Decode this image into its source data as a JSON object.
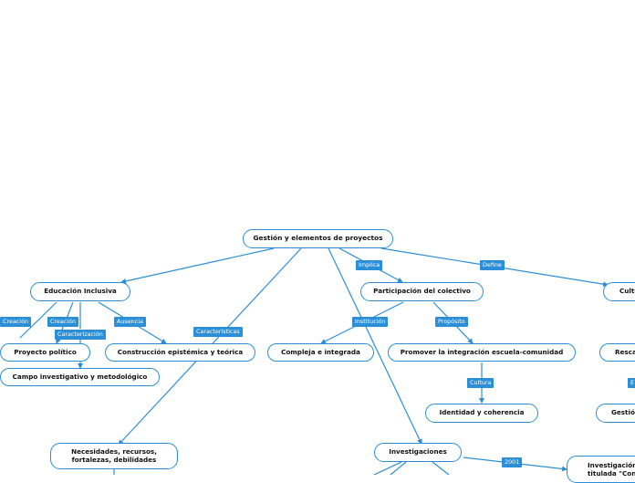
{
  "map": {
    "root": "Gestión y elementos de proyectos",
    "nodes": {
      "educacion": "Educación Inclusiva",
      "participacion": "Participación del colectivo",
      "cultura": "Cultu",
      "proyecto_politico": "Proyecto político",
      "construccion": "Construcción epistémica y teórica",
      "compleja": "Compleja e integrada",
      "promover": "Promover la integración escuela-comunidad",
      "rescate": "Resca",
      "campo": "Campo investigativo y metodológico",
      "identidad": "Identidad y coherencia",
      "gestion": "Gestió",
      "necesidades": "Necesidades, recursos, fortalezas, debilidades",
      "investigaciones": "Investigaciones",
      "investigacion_titulada": "Investigación titulada \"Con"
    },
    "labels": {
      "implica": "Implica",
      "define": "Define",
      "creacion_1": "Creación",
      "creacion_2": "Creación",
      "ausencia": "Ausencia",
      "caracterizacion": "Caracterización",
      "caracteristicas": "Características",
      "institucion": "Institución",
      "proposito": "Propósito",
      "cultura": "Cultura",
      "e_partial": "E",
      "year_2001": "2001"
    },
    "colors": {
      "line": "#2a8fd6",
      "label_bg": "#2a8fd6",
      "node_border": "#2a8fd6"
    }
  }
}
